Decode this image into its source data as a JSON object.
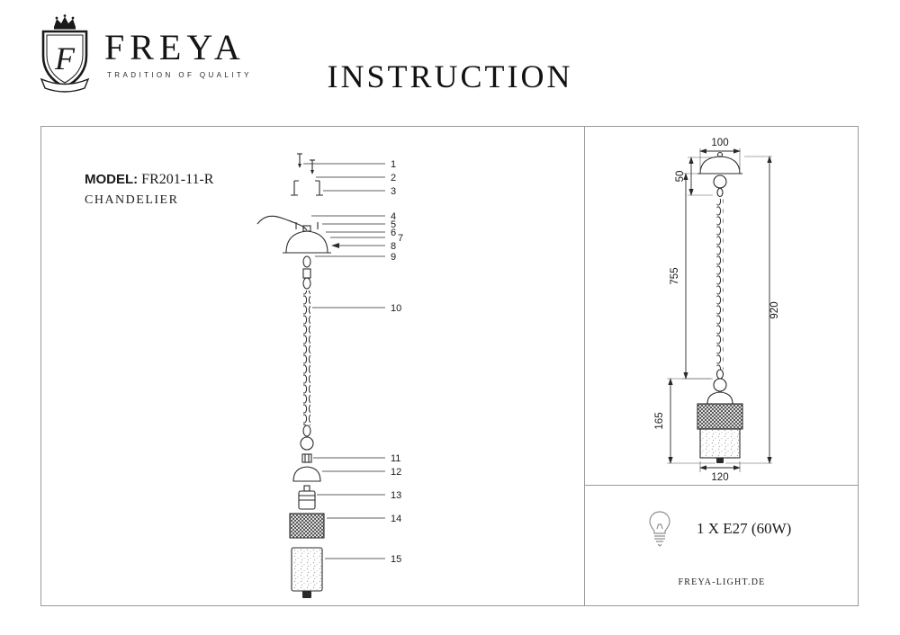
{
  "header": {
    "brand": "FREYA",
    "tagline": "TRADITION OF QUALITY",
    "title": "INSTRUCTION"
  },
  "model": {
    "label": "MODEL:",
    "value": "FR201-11-R",
    "type": "CHANDELIER"
  },
  "parts": {
    "labels": [
      "1",
      "2",
      "3",
      "4",
      "5",
      "6",
      "7",
      "8",
      "9",
      "10",
      "11",
      "12",
      "13",
      "14",
      "15"
    ]
  },
  "dimensions": {
    "canopy_width": "100",
    "canopy_height": "50",
    "chain_length": "755",
    "total_height": "920",
    "shade_height": "165",
    "shade_width": "120"
  },
  "spec": {
    "bulb": "1 X E27 (60W)"
  },
  "footer": {
    "website": "FREYA-LIGHT.DE"
  },
  "colors": {
    "ink": "#1a1a1a",
    "line": "#2a2a2a",
    "frame": "#9a9a9a"
  }
}
